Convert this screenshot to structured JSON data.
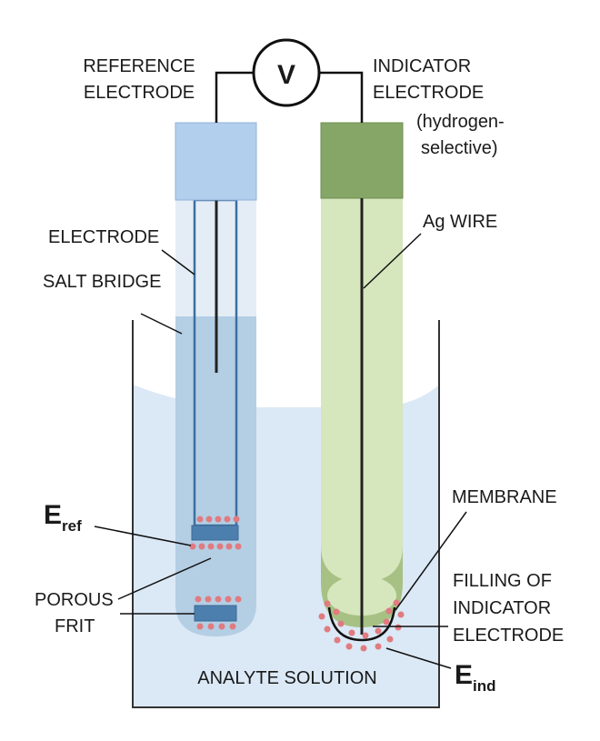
{
  "voltmeter": {
    "symbol": "V"
  },
  "labels": {
    "reference_line1": "REFERENCE",
    "reference_line2": "ELECTRODE",
    "indicator_line1": "INDICATOR",
    "indicator_line2": "ELECTRODE",
    "indicator_line3": "(hydrogen-",
    "indicator_line4": "selective)",
    "electrode": "ELECTRODE",
    "salt_bridge": "SALT BRIDGE",
    "ag_wire": "Ag WIRE",
    "membrane": "MEMBRANE",
    "filling_line1": "FILLING OF",
    "filling_line2": "INDICATOR",
    "filling_line3": "ELECTRODE",
    "porous_line1": "POROUS",
    "porous_line2": "FRIT",
    "analyte": "ANALYTE SOLUTION",
    "e_ref_main": "E",
    "e_ref_sub": "ref",
    "e_ind_main": "E",
    "e_ind_sub": "ind"
  },
  "colors": {
    "ref_cap": "#b3cfee",
    "ref_tube": "#e4edf6",
    "ref_tube_fill": "#b4cee4",
    "ind_cap": "#86a667",
    "ind_tube": "#d6e6bd",
    "ind_bulb": "#a7c184",
    "solution": "#dbe8f5",
    "frit": "#4d7fae",
    "charge_dots": "#e07b80"
  }
}
